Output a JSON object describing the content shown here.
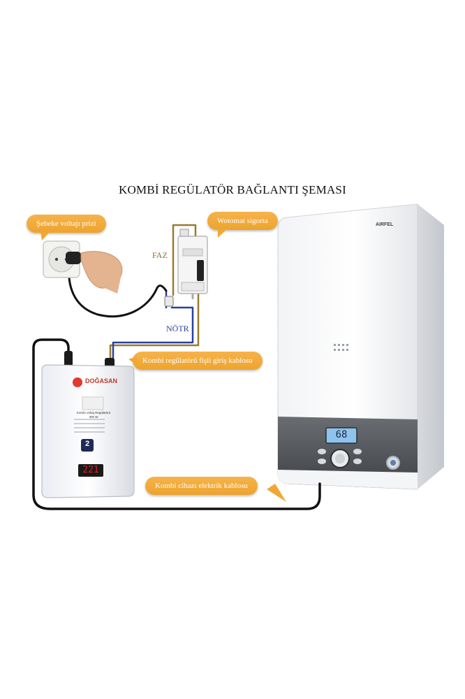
{
  "title": "KOMBİ REGÜLATÖR BAĞLANTI ŞEMASI",
  "callouts": {
    "socket": "Şebeke voltajı prizi",
    "breaker": "Wotomat sigorta",
    "input_cable": "Kombi regülatörü fişli giriş kablosu",
    "device_cable": "Kombi cihazı elektrik kablosu"
  },
  "wires": {
    "phase": "FAZ",
    "neutral": "NÖTR"
  },
  "regulator": {
    "brand": "DOĞASAN",
    "model_line1": "Kombi Voltaj Regülatörü",
    "model_line2": "300 W",
    "display_value": "221",
    "warranty": "2"
  },
  "boiler": {
    "brand": "AIRFEL",
    "display_value": "68"
  },
  "colors": {
    "callout": "#f0a832",
    "phase_wire": "#8a6a2a",
    "neutral_wire": "#2a3fa0",
    "cable": "#111111",
    "display_red": "#e02020",
    "boiler_display": "#6fa8dc"
  }
}
